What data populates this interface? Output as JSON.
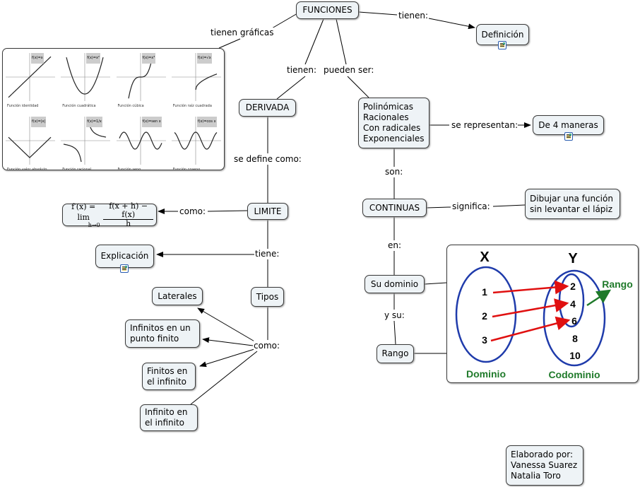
{
  "nodes": {
    "funciones": "FUNCIONES",
    "definicion": "Definición",
    "derivada": "DERIVADA",
    "limite": "LIMITE",
    "explicacion": "Explicación",
    "tipos": "Tipos",
    "laterales": "Laterales",
    "infinitos_punto_finito": "Infinitos en un\npunto finito",
    "finitos_infinito": "Finitos en\nel infinito",
    "infinito_infinito": "Infinito en\nel infinito",
    "tipos_funcion": "Polinómicas\nRacionales\nCon radicales\nExponenciales",
    "cuatro_maneras": "De 4 maneras",
    "continuas": "CONTINUAS",
    "dibujar": "Dibujar una función\nsin levantar el lápiz",
    "su_dominio": "Su dominio",
    "rango": "Rango",
    "elaborado": "Elaborado por:\nVanessa Suarez\nNatalia Toro"
  },
  "links": {
    "tienen_1": "tienen:",
    "tienen_graficas": "tienen gráficas",
    "tienen_2": "tienen:",
    "pueden_ser": "pueden ser:",
    "se_define_como": "se define como:",
    "como_1": "como:",
    "tiene": "tiene:",
    "como_2": "como:",
    "se_representan": "se representan:",
    "son": "son:",
    "significa": "significa:",
    "en": "en:",
    "y_su": "y su:"
  },
  "formula": {
    "lhs": "f′(x) = lim",
    "sub": "h→0",
    "num": "f(x + h) − f(x)",
    "den": "h"
  },
  "graphs": [
    {
      "eq": "f(x)=x",
      "caption": "Función identidad"
    },
    {
      "eq": "f(x)=x²",
      "caption": "Función cuadrática"
    },
    {
      "eq": "f(x)=x³",
      "caption": "Función cúbica"
    },
    {
      "eq": "f(x)=√x",
      "caption": "Función raíz cuadrada"
    },
    {
      "eq": "f(x)=|x|",
      "caption": "Función valor absoluto"
    },
    {
      "eq": "f(x)=1/x",
      "caption": "Función racional"
    },
    {
      "eq": "f(x)=sen x",
      "caption": "Función seno"
    },
    {
      "eq": "f(x)=cos x",
      "caption": "Función coseno"
    }
  ],
  "sets": {
    "x_label": "X",
    "y_label": "Y",
    "domain": [
      "1",
      "2",
      "3"
    ],
    "codomain": [
      "2",
      "4",
      "6",
      "8",
      "10"
    ],
    "rango": "Rango",
    "dominio": "Dominio",
    "codominio": "Codominio",
    "colors": {
      "ellipse": "#1f3bab",
      "arrow": "#e01010",
      "green": "#1f7a2a"
    }
  }
}
